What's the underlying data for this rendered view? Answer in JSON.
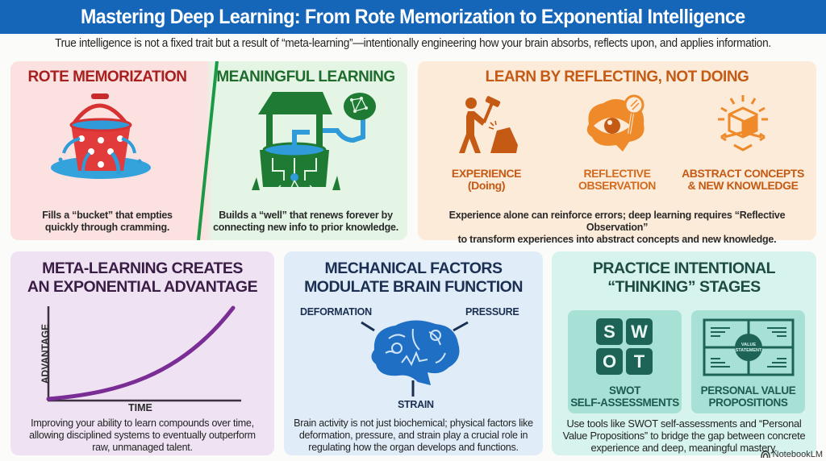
{
  "header": {
    "title": "Mastering Deep Learning: From Rote Memorization to Exponential Intelligence",
    "subtitle": "True intelligence is not a fixed trait but a result of “meta-learning”—intentionally engineering how your brain absorbs, reflects upon, and applies information."
  },
  "rote": {
    "title": "ROTE MEMORIZATION",
    "icon": "leaking-bucket-icon",
    "description_line1": "Fills a “bucket” that empties",
    "description_line2": "quickly through cramming.",
    "color": "#a81f1f"
  },
  "meaningful": {
    "title": "MEANINGFUL LEARNING",
    "icon": "well-brain-icon",
    "description_line1": "Builds a “well” that renews forever by",
    "description_line2": "connecting new info to prior knowledge.",
    "color": "#1e6b2c"
  },
  "reflect": {
    "title": "LEARN BY REFLECTING, NOT DOING",
    "color": "#c45a14",
    "steps": [
      {
        "line1": "EXPERIENCE",
        "line2": "(Doing)",
        "icon": "hammer-worker-icon"
      },
      {
        "line1": "REFLECTIVE",
        "line2": "OBSERVATION",
        "icon": "eye-brain-mirror-icon"
      },
      {
        "line1": "ABSTRACT CONCEPTS",
        "line2": "& NEW KNOWLEDGE",
        "icon": "glowing-cube-icon"
      }
    ],
    "description_line1": "Experience alone can reinforce errors; deep learning requires “Reflective Observation”",
    "description_line2": "to transform experiences into abstract concepts and new knowledge."
  },
  "meta": {
    "title_line1": "META-LEARNING CREATES",
    "title_line2": "AN EXPONENTIAL ADVANTAGE",
    "color": "#3a1d45",
    "description_line1": "Improving your ability to learn compounds over time,",
    "description_line2": "allowing disciplined systems to eventually outperform",
    "description_line3": "raw, unmanaged talent."
  },
  "chart_data": {
    "type": "line",
    "title": "",
    "xlabel": "TIME",
    "ylabel": "ADVANTAGE",
    "series": [
      {
        "name": "Meta-learning advantage",
        "x": [
          0,
          0.1,
          0.2,
          0.3,
          0.4,
          0.5,
          0.6,
          0.7,
          0.8,
          0.9,
          1.0
        ],
        "values": [
          0.02,
          0.04,
          0.07,
          0.12,
          0.18,
          0.26,
          0.36,
          0.48,
          0.63,
          0.8,
          1.0
        ]
      }
    ],
    "xlim": [
      0,
      1
    ],
    "ylim": [
      0,
      1
    ],
    "grid": false,
    "legend": "none",
    "line_color": "#7b2d96"
  },
  "mechanical": {
    "title_line1": "MECHANICAL FACTORS",
    "title_line2": "MODULATE BRAIN FUNCTION",
    "color": "#1b2f52",
    "icon": "brain-icon",
    "labels": {
      "deformation": "DEFORMATION",
      "pressure": "PRESSURE",
      "strain": "STRAIN"
    },
    "description_line1": "Brain activity is not just biochemical; physical factors like",
    "description_line2": "deformation, pressure, and strain play a crucial role in",
    "description_line3": "regulating how the organ develops and functions."
  },
  "thinking": {
    "title_line1": "PRACTICE INTENTIONAL",
    "title_line2": "“THINKING” STAGES",
    "color": "#1d4a42",
    "swot": {
      "letters": [
        "S",
        "W",
        "O",
        "T"
      ],
      "label_line1": "SWOT",
      "label_line2": "SELF-ASSESSMENTS"
    },
    "pvp": {
      "center_line1": "VALUE",
      "center_line2": "STATEMENT",
      "label_line1": "PERSONAL VALUE",
      "label_line2": "PROPOSITIONS"
    },
    "description_line1": "Use tools like SWOT self-assessments and “Personal",
    "description_line2": "Value Propositions” to bridge the gap between concrete",
    "description_line3": "experience and deep, meaningful mastery."
  },
  "watermark": {
    "label": "NotebookLM",
    "icon": "notebooklm-logo-icon"
  }
}
